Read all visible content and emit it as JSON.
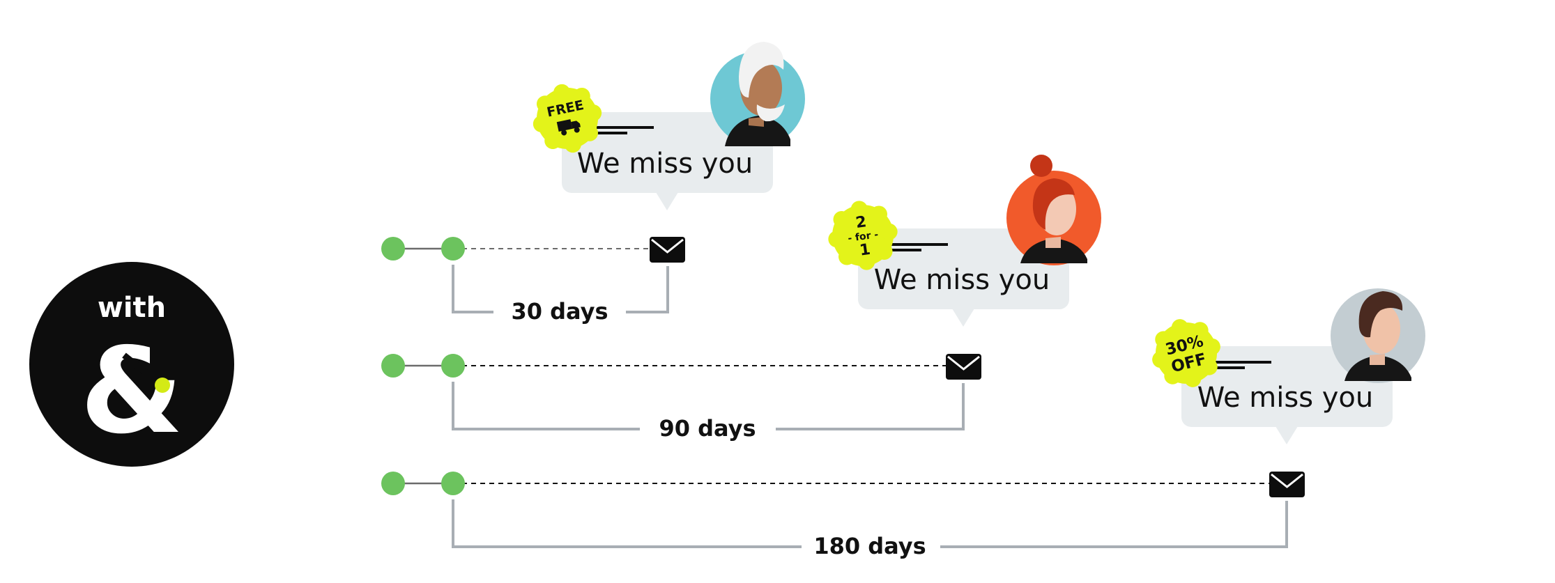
{
  "logo": {
    "word": "with",
    "symbol": "&",
    "colors": {
      "circle": "#0d0d0d",
      "text": "#ffffff",
      "dot": "#d4ea16"
    }
  },
  "colors": {
    "node": "#6cc35e",
    "connector": "#6b6b6b",
    "bracket": "#a8aeb4",
    "bubble": "#e8ecee",
    "badge": "#e3f31a",
    "envelope": "#0d0d0d",
    "label": "#111111"
  },
  "timelines": [
    {
      "days_label": "30 days",
      "bubble_text": "We miss you",
      "badge": {
        "lines": [
          "FREE"
        ],
        "icon": "delivery-truck-icon"
      },
      "avatar": {
        "name": "older-man-avatar",
        "background": "#6ec8d4"
      }
    },
    {
      "days_label": "90 days",
      "bubble_text": "We miss you",
      "badge": {
        "lines": [
          "2",
          "- for -",
          "1"
        ],
        "icon": null
      },
      "avatar": {
        "name": "red-haired-woman-avatar",
        "background": "#f15a2b"
      }
    },
    {
      "days_label": "180 days",
      "bubble_text": "We miss you",
      "badge": {
        "lines": [
          "30%",
          "OFF"
        ],
        "icon": null
      },
      "avatar": {
        "name": "young-man-avatar",
        "background": "#c3cdd2"
      }
    }
  ]
}
